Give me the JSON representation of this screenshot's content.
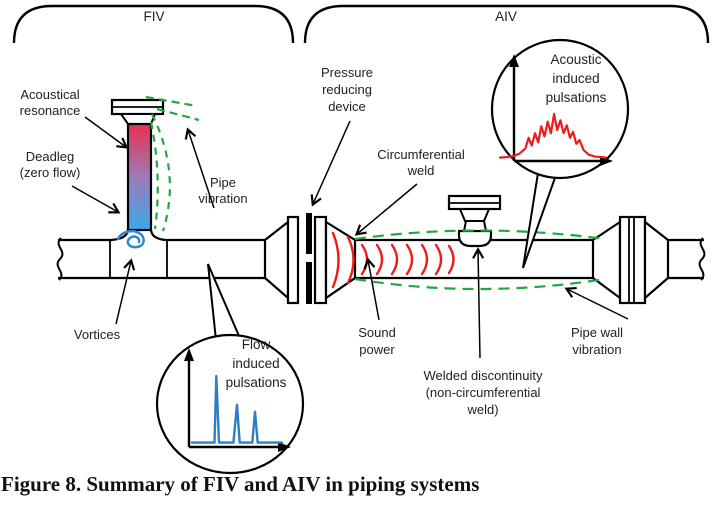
{
  "caption": "Figure 8. Summary of FIV and AIV in piping systems",
  "section_brackets": {
    "fiv": "FIV",
    "aiv": "AIV"
  },
  "labels": {
    "acoustical_resonance": "Acoustical\nresonance",
    "deadleg": "Deadleg\n(zero flow)",
    "pipe_vibration": "Pipe\nvibration",
    "pressure_reducing_device": "Pressure\nreducing\ndevice",
    "circumferential_weld": "Circumferential\nweld",
    "acoustic_induced_pulsations": "Acoustic\ninduced\npulsations",
    "vortices": "Vortices",
    "flow_induced_pulsations": "Flow\ninduced\npulsations",
    "sound_power": "Sound\npower",
    "welded_discontinuity": "Welded discontinuity\n(non-circumferential\nweld)",
    "pipe_wall_vibration": "Pipe wall\nvibration"
  },
  "colors": {
    "outline": "#000000",
    "label_text": "#1f1f1f",
    "green_vibration": "#24a647",
    "red_sound": "#ec1c1c",
    "blue_flow": "#2d7fc5",
    "vortex_blue": "#2f86d2",
    "deadleg_gradient_top": "#e83050",
    "deadleg_gradient_mid": "#9f7ab8",
    "deadleg_gradient_bottom": "#3aa9e8"
  },
  "chart_data": [
    {
      "id": "flow_induced_pulsations",
      "type": "line",
      "title": "Flow induced pulsations",
      "xlabel": "",
      "ylabel": "",
      "legend": "none",
      "grid": false,
      "description": "Sketch spectrum inside speech bubble: three sharp narrowband tonal peaks of decreasing amplitude on unlabeled amplitude-vs-frequency axes",
      "color": "#2d7fc5",
      "x_range": [
        0,
        100
      ],
      "y_range": [
        0,
        100
      ],
      "points": [
        [
          0,
          2
        ],
        [
          23,
          2
        ],
        [
          25,
          2
        ],
        [
          27,
          97
        ],
        [
          30,
          2
        ],
        [
          46,
          2
        ],
        [
          50,
          56
        ],
        [
          53,
          2
        ],
        [
          67,
          2
        ],
        [
          70,
          46
        ],
        [
          73,
          2
        ],
        [
          100,
          2
        ]
      ]
    },
    {
      "id": "acoustic_induced_pulsations",
      "type": "line",
      "title": "Acoustic induced pulsations",
      "xlabel": "",
      "ylabel": "",
      "legend": "none",
      "grid": false,
      "description": "Sketch spectrum inside speech bubble: broadband jagged hump (many closely spaced peaks) on unlabeled amplitude-vs-frequency axes",
      "color": "#ec1c1c",
      "x_range": [
        0,
        100
      ],
      "y_range": [
        0,
        100
      ],
      "points": [
        [
          0,
          2
        ],
        [
          6,
          3
        ],
        [
          12,
          5
        ],
        [
          18,
          10
        ],
        [
          24,
          22
        ],
        [
          27,
          45
        ],
        [
          30,
          28
        ],
        [
          33,
          55
        ],
        [
          36,
          35
        ],
        [
          39,
          70
        ],
        [
          42,
          48
        ],
        [
          45,
          80
        ],
        [
          48,
          55
        ],
        [
          51,
          97
        ],
        [
          54,
          62
        ],
        [
          57,
          83
        ],
        [
          60,
          55
        ],
        [
          63,
          72
        ],
        [
          66,
          45
        ],
        [
          69,
          58
        ],
        [
          72,
          32
        ],
        [
          75,
          40
        ],
        [
          79,
          18
        ],
        [
          84,
          8
        ],
        [
          90,
          4
        ],
        [
          96,
          3
        ],
        [
          100,
          2
        ]
      ]
    }
  ]
}
